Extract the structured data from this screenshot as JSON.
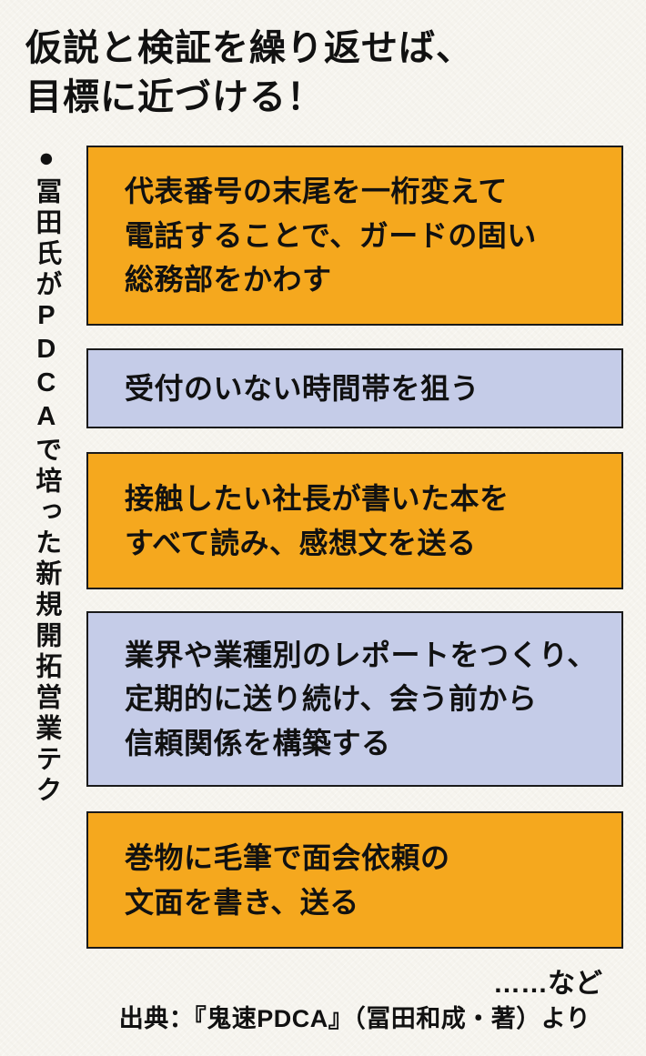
{
  "title": "仮説と検証を繰り返せば、\n目標に近づける！",
  "sidebar": {
    "label": "●冨田氏がPDCAで培った新規開拓営業テク"
  },
  "boxes": [
    {
      "color_name": "orange",
      "text": "代表番号の末尾を一桁変えて\n電話することで、ガードの固い\n総務部をかわす"
    },
    {
      "color_name": "blue",
      "text": "受付のいない時間帯を狙う"
    },
    {
      "color_name": "orange",
      "text": "接触したい社長が書いた本を\nすべて読み、感想文を送る"
    },
    {
      "color_name": "blue",
      "text": "業界や業種別のレポートをつくり、\n定期的に送り続け、会う前から\n信頼関係を構築する"
    },
    {
      "color_name": "orange",
      "text": "巻物に毛筆で面会依頼の\n文面を書き、送る"
    }
  ],
  "footer": {
    "etc": "……など",
    "source": "出典：『鬼速PDCA』（冨田和成・著）より"
  },
  "colors": {
    "orange": "#F5A81E",
    "blue": "#C5CCE8",
    "background": "#F6F4EE",
    "border": "#1A1A1A",
    "text": "#111111"
  }
}
